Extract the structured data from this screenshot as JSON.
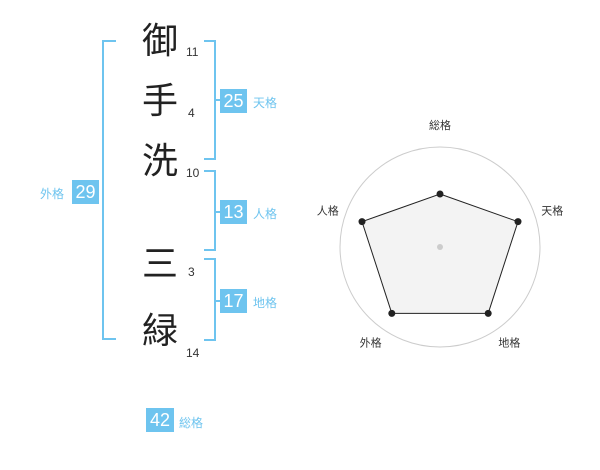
{
  "name": {
    "chars": [
      {
        "char": "御",
        "strokes": "11"
      },
      {
        "char": "手",
        "strokes": "4"
      },
      {
        "char": "洗",
        "strokes": "10"
      },
      {
        "char": "三",
        "strokes": "3"
      },
      {
        "char": "緑",
        "strokes": "14"
      }
    ]
  },
  "grids": {
    "tenkaku": {
      "value": "25",
      "label": "天格"
    },
    "jinkaku": {
      "value": "13",
      "label": "人格"
    },
    "chikaku": {
      "value": "17",
      "label": "地格"
    },
    "gaikaku": {
      "value": "29",
      "label": "外格"
    },
    "soukaku": {
      "value": "42",
      "label": "総格"
    }
  },
  "colors": {
    "accent": "#6ec4ef",
    "text": "#222222",
    "radar_line": "#222222",
    "radar_fill": "#eeeeee",
    "radar_ring": "#cccccc"
  },
  "chart_data": {
    "type": "radar",
    "axes": [
      "総格",
      "天格",
      "地格",
      "外格",
      "人格"
    ],
    "values": [
      0.53,
      0.82,
      0.82,
      0.82,
      0.82
    ],
    "range": [
      0,
      1
    ],
    "rings": 4,
    "grid": true
  }
}
